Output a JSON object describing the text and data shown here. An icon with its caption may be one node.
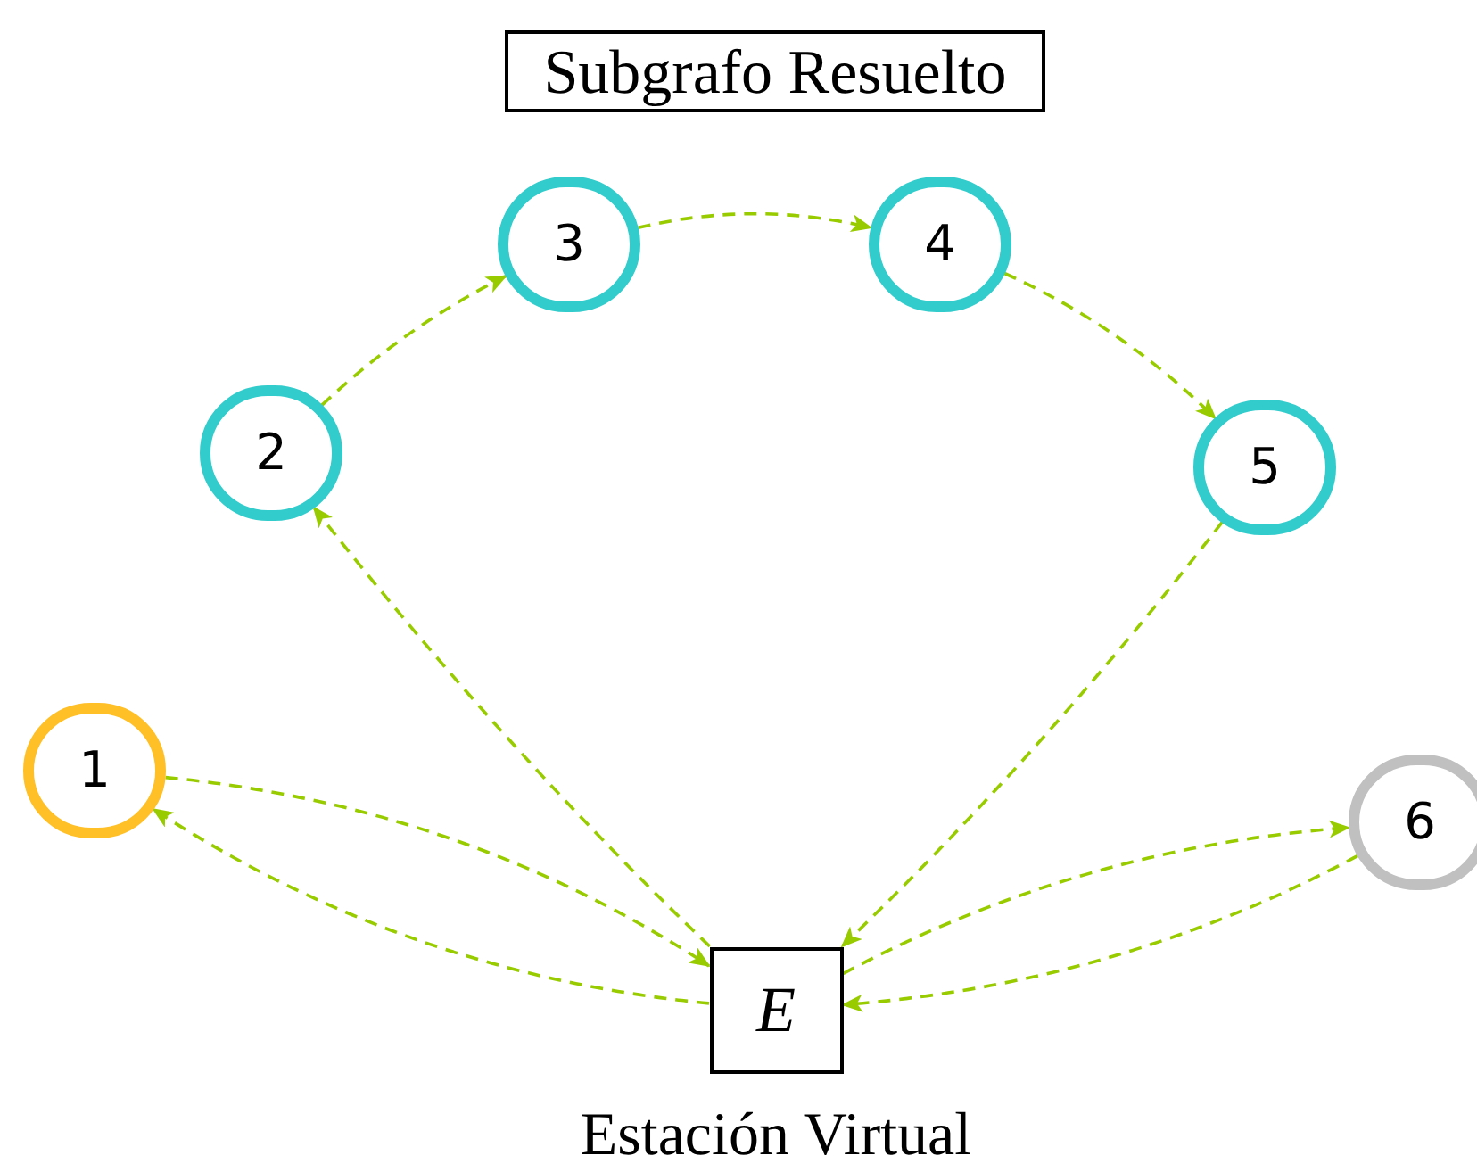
{
  "diagram": {
    "title": "Subgrafo Resuelto",
    "nodes": [
      {
        "text": [
          "1"
        ]
      },
      {
        "text": [
          "2"
        ]
      },
      {
        "text": [
          "3"
        ]
      },
      {
        "text": [
          "4"
        ]
      },
      {
        "text": [
          "5"
        ]
      },
      {
        "text": [
          "6"
        ]
      },
      {
        "text": [
          "E"
        ],
        "beside": [
          "Estación Virtual"
        ]
      }
    ],
    "edges": [
      {
        "from": 0,
        "to": 6,
        "arrow": "to",
        "style": "dashed"
      },
      {
        "from": 6,
        "to": 0,
        "arrow": "to",
        "style": "dashed"
      },
      {
        "from": 6,
        "to": 1,
        "arrow": "to",
        "style": "dashed"
      },
      {
        "from": 1,
        "to": 2,
        "arrow": "to",
        "style": "dashed"
      },
      {
        "from": 2,
        "to": 3,
        "arrow": "to",
        "style": "dashed"
      },
      {
        "from": 3,
        "to": 4,
        "arrow": "to",
        "style": "dashed"
      },
      {
        "from": 4,
        "to": 6,
        "arrow": "to",
        "style": "dashed"
      },
      {
        "from": 6,
        "to": 5,
        "arrow": "to",
        "style": "dashed"
      },
      {
        "from": 5,
        "to": 6,
        "arrow": "to",
        "style": "dashed"
      }
    ]
  }
}
